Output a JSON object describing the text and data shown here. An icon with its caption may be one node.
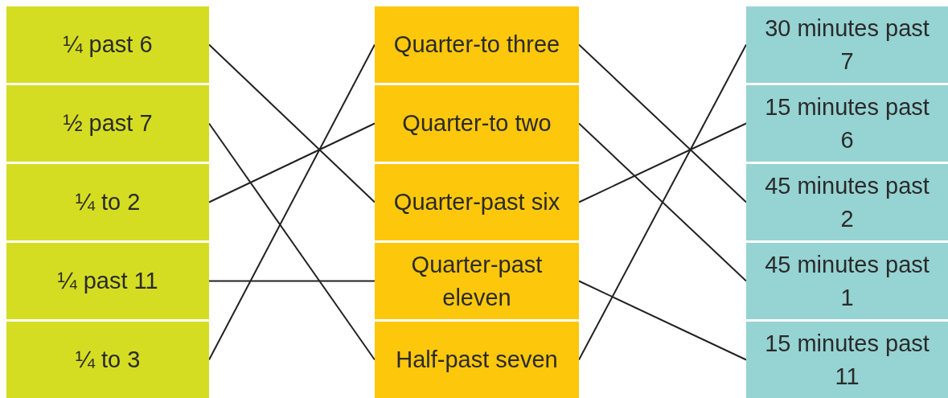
{
  "diagram": {
    "nodes": [
      {
        "text": [
          "¼ past 6"
        ]
      },
      {
        "text": [
          "½ past 7"
        ]
      },
      {
        "text": [
          "¼ to 2"
        ]
      },
      {
        "text": [
          "¼ past 11"
        ]
      },
      {
        "text": [
          "¼ to 3"
        ]
      },
      {
        "text": [
          "Quarter-to three"
        ]
      },
      {
        "text": [
          "Quarter-to two"
        ]
      },
      {
        "text": [
          "Quarter-past six"
        ]
      },
      {
        "text": [
          "Quarter-past eleven"
        ]
      },
      {
        "text": [
          "Half-past seven"
        ]
      },
      {
        "text": [
          "30 minutes past 7"
        ]
      },
      {
        "text": [
          "15 minutes past 6"
        ]
      },
      {
        "text": [
          "45 minutes past 2"
        ]
      },
      {
        "text": [
          "45 minutes past 1"
        ]
      },
      {
        "text": [
          "15 minutes past 11"
        ]
      }
    ],
    "edges": [
      {
        "from": 0,
        "to": 7,
        "arrow": "none"
      },
      {
        "from": 1,
        "to": 9,
        "arrow": "none"
      },
      {
        "from": 2,
        "to": 6,
        "arrow": "none"
      },
      {
        "from": 3,
        "to": 8,
        "arrow": "none"
      },
      {
        "from": 4,
        "to": 5,
        "arrow": "none"
      },
      {
        "from": 5,
        "to": 12,
        "arrow": "none"
      },
      {
        "from": 6,
        "to": 13,
        "arrow": "none"
      },
      {
        "from": 7,
        "to": 11,
        "arrow": "none"
      },
      {
        "from": 8,
        "to": 14,
        "arrow": "none"
      },
      {
        "from": 9,
        "to": 10,
        "arrow": "none"
      }
    ]
  }
}
